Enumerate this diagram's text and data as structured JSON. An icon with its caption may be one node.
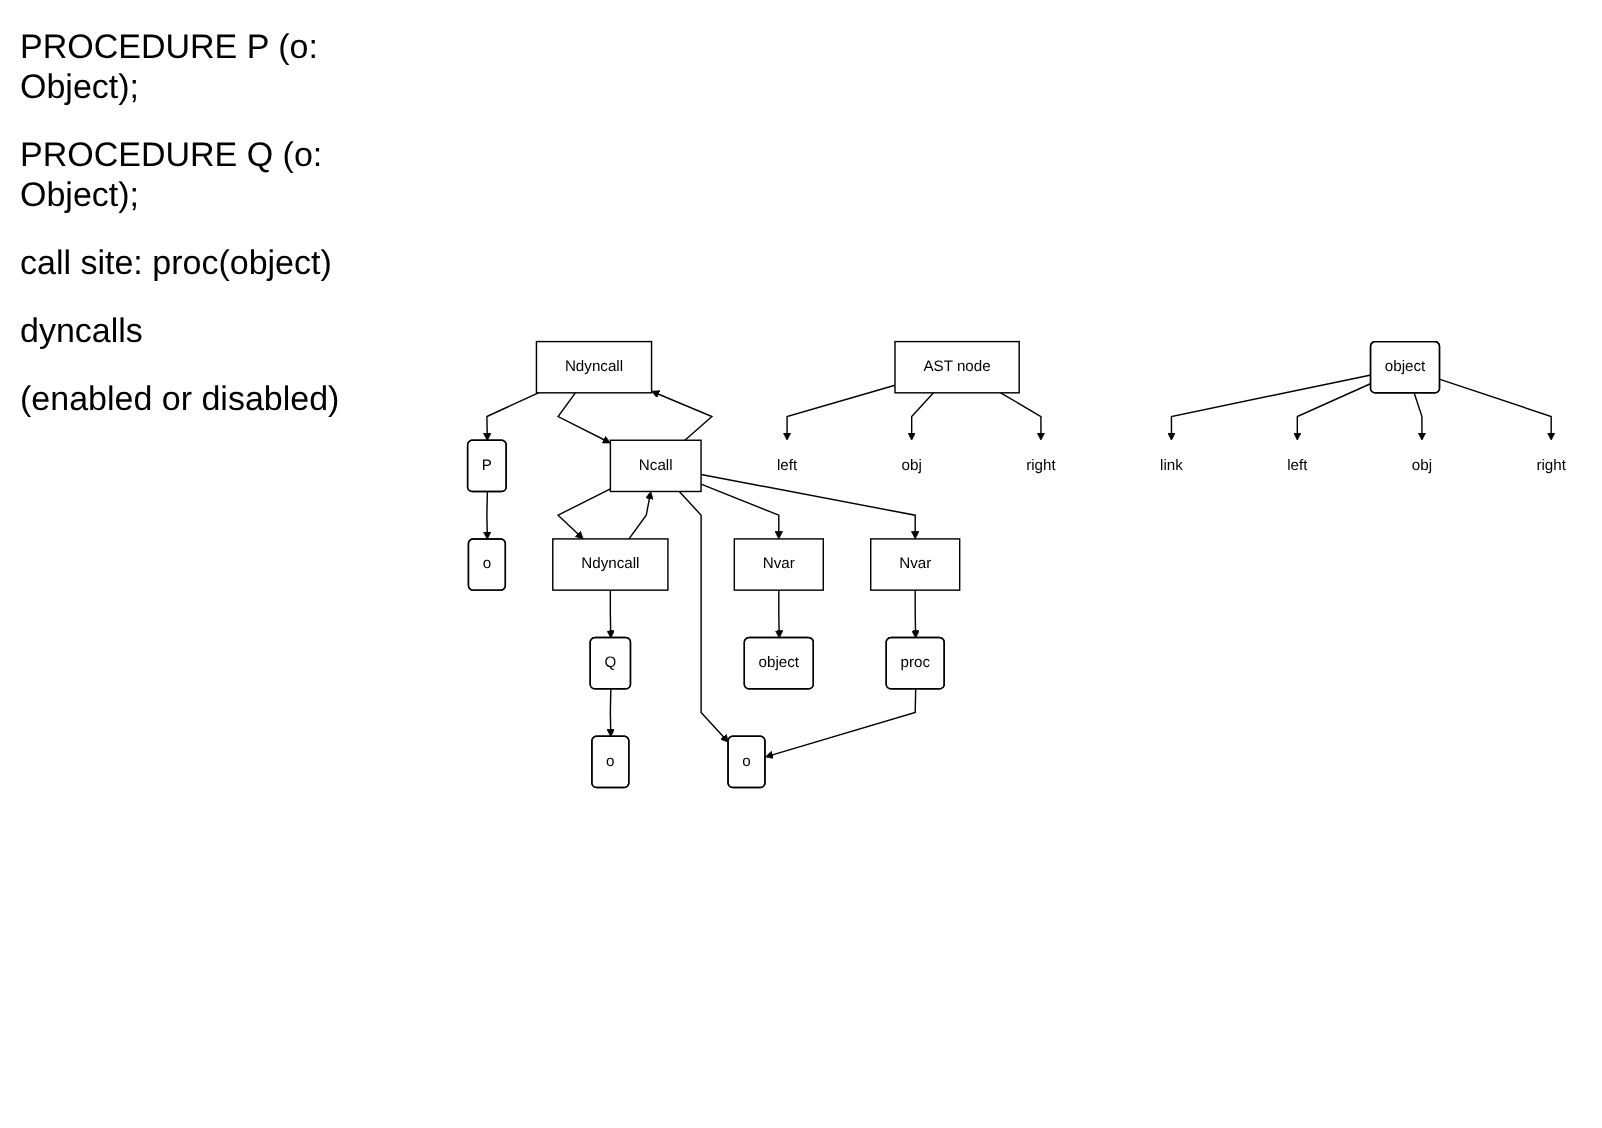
{
  "diagram": {
    "nodes": [
      {
        "text": [
          "Ndyncall"
        ]
      },
      {
        "text": [
          "P"
        ]
      },
      {
        "text": [
          "o"
        ]
      },
      {
        "text": [
          "Ndyncall"
        ]
      },
      {
        "text": [
          "Q"
        ]
      },
      {
        "text": [
          "o"
        ]
      },
      {
        "text": [
          "Ncall"
        ]
      },
      {
        "text": [
          "Nvar"
        ]
      },
      {
        "text": [
          "Nvar"
        ]
      },
      {
        "text": [
          "proc"
        ]
      },
      {
        "text": [
          "object"
        ]
      },
      {
        "text": [
          "o"
        ]
      },
      {
        "text": [
          "AST node"
        ]
      },
      {
        "text": [
          "left"
        ]
      },
      {
        "text": [
          "obj"
        ]
      },
      {
        "text": [
          "right"
        ]
      },
      {
        "text": [
          "object"
        ]
      },
      {
        "text": [
          "link"
        ]
      },
      {
        "text": [
          "left"
        ]
      },
      {
        "text": [
          "obj"
        ]
      },
      {
        "text": [
          "right"
        ]
      }
    ],
    "edges": [
      {
        "from": 6,
        "to": 0,
        "arrow": "to"
      },
      {
        "from": 0,
        "to": 1,
        "arrow": "to"
      },
      {
        "from": 1,
        "to": 2,
        "arrow": "to"
      },
      {
        "from": 6,
        "to": 3,
        "arrow": "to"
      },
      {
        "from": 3,
        "to": 4,
        "arrow": "to"
      },
      {
        "from": 4,
        "to": 5,
        "arrow": "to"
      },
      {
        "from": 0,
        "to": 6,
        "arrow": "to"
      },
      {
        "from": 3,
        "to": 6,
        "arrow": "to"
      },
      {
        "from": 6,
        "to": 7,
        "arrow": "to"
      },
      {
        "from": 6,
        "to": 11,
        "arrow": "to"
      },
      {
        "from": 6,
        "to": 8,
        "arrow": "to"
      },
      {
        "from": 7,
        "to": 9,
        "arrow": "to"
      },
      {
        "from": 8,
        "to": 10,
        "arrow": "to"
      },
      {
        "from": 9,
        "to": 11,
        "arrow": "to"
      },
      {
        "from": 12,
        "to": 13,
        "arrow": "to"
      },
      {
        "from": 12,
        "to": 14,
        "arrow": "to"
      },
      {
        "from": 12,
        "to": 15,
        "arrow": "to"
      },
      {
        "from": 16,
        "to": 17,
        "arrow": "to"
      },
      {
        "from": 16,
        "to": 18,
        "arrow": "to"
      },
      {
        "from": 16,
        "to": 19,
        "arrow": "to"
      },
      {
        "from": 16,
        "to": 20,
        "arrow": "to"
      }
    ],
    "labels": [
      "PROCEDURE P (o: Object);",
      "PROCEDURE Q (o: Object);",
      "call site: proc(object)",
      "dyncalls",
      "(enabled or disabled)"
    ]
  }
}
